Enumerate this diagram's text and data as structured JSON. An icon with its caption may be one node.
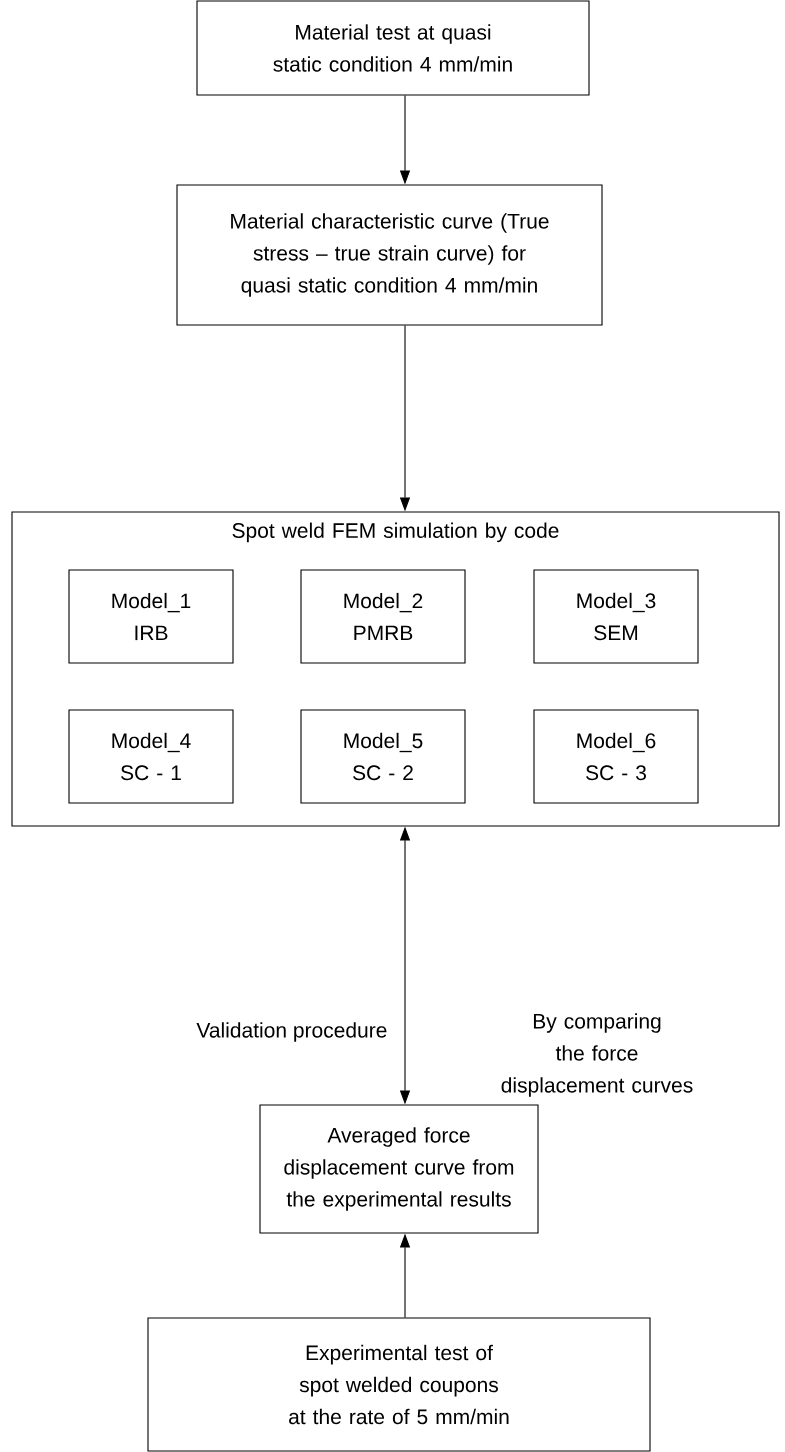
{
  "diagram": {
    "nodes": [
      {
        "text": [
          "Material test at quasi static condition 4 mm/min"
        ]
      },
      {
        "text": [
          "Material characteristic curve (True stress – true strain curve) for quasi static condition 4 mm/min"
        ]
      },
      {
        "text": [
          "Spot weld FEM simulation by code"
        ]
      },
      {
        "text": [
          "Model_1",
          "IRB"
        ],
        "in": 2
      },
      {
        "text": [
          "Model_2",
          "PMRB"
        ],
        "in": 2
      },
      {
        "text": [
          "Model_3",
          "SEM"
        ],
        "in": 2
      },
      {
        "text": [
          "Model_4",
          "SC - 1"
        ],
        "in": 2
      },
      {
        "text": [
          "Model_5",
          "SC - 2"
        ],
        "in": 2
      },
      {
        "text": [
          "Model_6",
          "SC - 3"
        ],
        "in": 2
      },
      {
        "text": [
          "Averaged force displacement curve from the experimental results"
        ]
      },
      {
        "text": [
          "Experimental test of spot welded coupons at the rate of 5 mm/min"
        ]
      }
    ],
    "edges": [
      {
        "from": 0,
        "to": 1,
        "arrow": "to"
      },
      {
        "from": 1,
        "to": 2,
        "arrow": "to"
      },
      {
        "from": 2,
        "to": 9,
        "arrow": "both",
        "label": "Validation procedure"
      },
      {
        "from": 10,
        "to": 9,
        "arrow": "to"
      }
    ],
    "labels": [
      "By comparing the force displacement curves"
    ]
  }
}
